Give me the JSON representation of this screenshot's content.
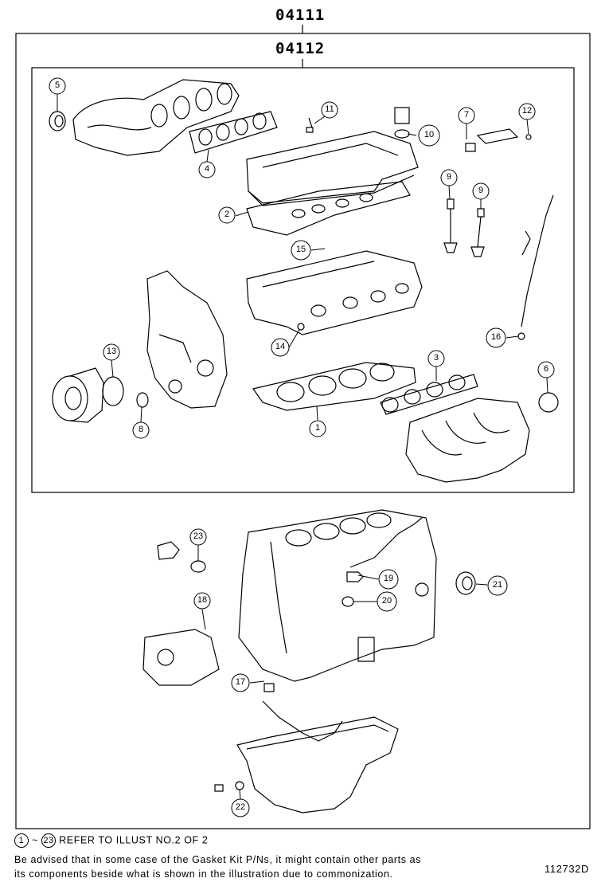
{
  "diagram": {
    "outer_code": "04111",
    "inner_code": "04112",
    "callouts": [
      "1",
      "2",
      "3",
      "4",
      "5",
      "6",
      "7",
      "8",
      "9",
      "9",
      "10",
      "11",
      "12",
      "13",
      "14",
      "15",
      "16",
      "17",
      "18",
      "19",
      "20",
      "21",
      "22",
      "23"
    ]
  },
  "footer": {
    "range_start": "1",
    "range_sep": "~",
    "range_end": "23",
    "refer_text": "REFER TO ILLUST NO.2 OF 2",
    "advisory_line1": "Be advised that in some case of the Gasket Kit P/Ns, it might contain other parts as",
    "advisory_line2": "its components beside what is shown in the illustration due to commonization.",
    "illustration_id": "112732D"
  }
}
